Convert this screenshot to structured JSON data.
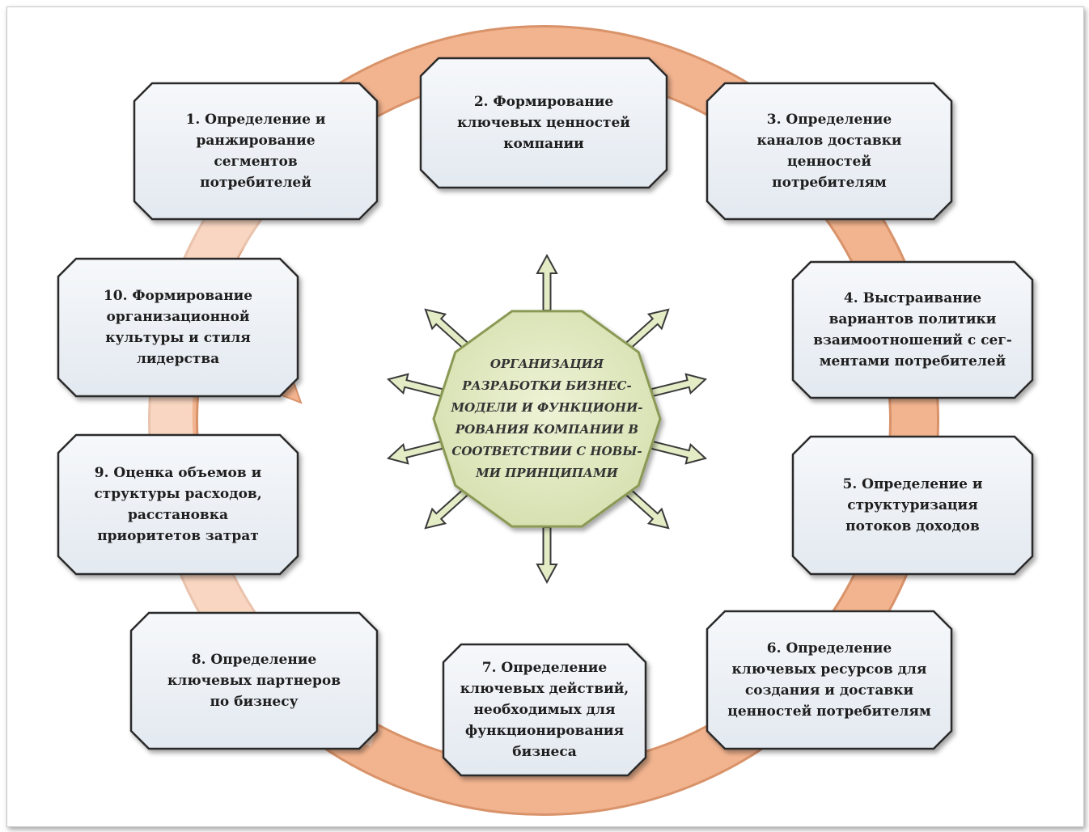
{
  "diagram": {
    "center": "ОРГАНИЗАЦИЯ\nРАЗРАБОТКИ БИЗНЕС-\nМОДЕЛИ И ФУНКЦИОНИ-\nРОВАНИЯ КОМПАНИИ В\nСООТВЕТСТВИИ С НОВЫ-\nМИ ПРИНЦИПАМИ",
    "steps": [
      "1. Определение и\nранжирование\nсегментов\nпотребителей",
      "2. Формирование\nключевых ценностей\nкомпании",
      "3. Определение\nканалов доставки\nценностей\nпотребителям",
      "4. Выстраивание\nвариантов политики\nвзаимоотношений с сег-\nментами потребителей",
      "5. Определение и\nструктуризация\nпотоков доходов",
      "6. Определение\nключевых ресурсов для\nсоздания и доставки\nценностей потребителям",
      "7. Определение\nключевых действий,\nнеобходимых для\nфункционирования\nбизнеса",
      "8. Определение\nключевых партнеров\nпо бизнесу",
      "9. Оценка объемов и\nструктуры расходов,\nрасстановка\nприоритетов затрат",
      "10. Формирование\nорганизационной\nкультуры и стиля\nлидерства"
    ],
    "colors": {
      "ring": "#f2b48f",
      "ring_edge": "#d9936a",
      "box_fill": "#edf2f7",
      "box_edge": "#2a2a2a",
      "center_fill": "#dfe7bf",
      "center_edge": "#8a9a55",
      "arrow_fill": "#e4ecc6"
    }
  }
}
